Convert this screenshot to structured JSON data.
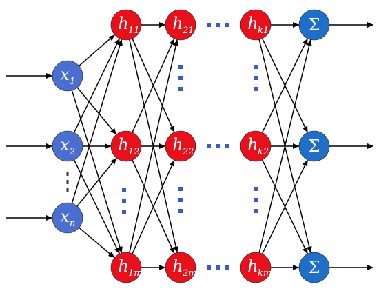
{
  "colors": {
    "input_node": "#4a6fd0",
    "hidden_node": "#e8101a",
    "output_node": "#1f6fc8",
    "edge": "#000000",
    "dots": "#3a5bc4",
    "label": "#ffffff"
  },
  "inputs": [
    {
      "base": "x",
      "sub": "1"
    },
    {
      "base": "x",
      "sub": "2"
    },
    {
      "base": "x",
      "sub": "n"
    }
  ],
  "hidden_layers": [
    [
      {
        "base": "h",
        "sub": "11"
      },
      {
        "base": "h",
        "sub": "12"
      },
      {
        "base": "h",
        "sub": "1m"
      }
    ],
    [
      {
        "base": "h",
        "sub": "21"
      },
      {
        "base": "h",
        "sub": "22"
      },
      {
        "base": "h",
        "sub": "2m"
      }
    ],
    [
      {
        "base": "h",
        "sub": "k1"
      },
      {
        "base": "h",
        "sub": "k2"
      },
      {
        "base": "h",
        "sub": "km"
      }
    ]
  ],
  "outputs": [
    {
      "symbol": "Σ"
    },
    {
      "symbol": "Σ"
    },
    {
      "symbol": "Σ"
    }
  ]
}
